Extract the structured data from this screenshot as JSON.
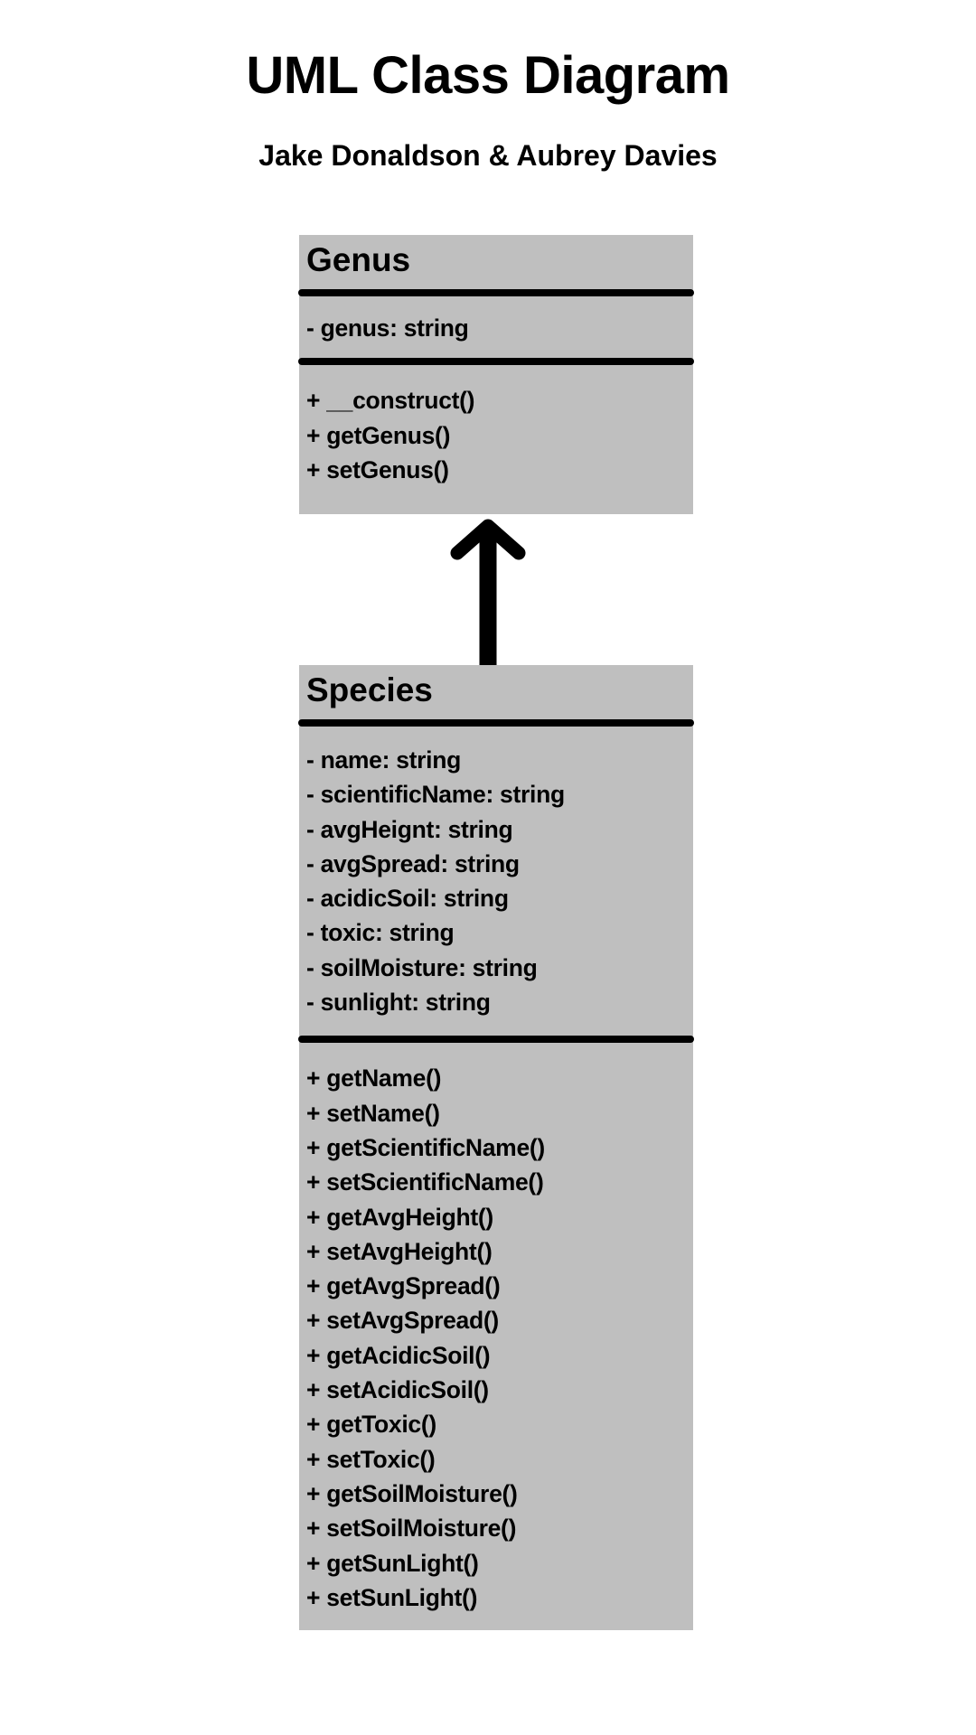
{
  "header": {
    "title": "UML Class Diagram",
    "authors": "Jake Donaldson & Aubrey Davies"
  },
  "classes": {
    "genus": {
      "name": "Genus",
      "attributes": [
        "- genus: string"
      ],
      "methods": [
        "+ __construct()",
        "+ getGenus()",
        "+ setGenus()"
      ]
    },
    "species": {
      "name": "Species",
      "attributes": [
        "- name: string",
        "- scientificName: string",
        "- avgHeignt: string",
        "- avgSpread: string",
        "- acidicSoil: string",
        "- toxic: string",
        "- soilMoisture: string",
        "- sunlight: string"
      ],
      "methods": [
        "+ getName()",
        "+ setName()",
        "+ getScientificName()",
        "+ setScientificName()",
        "+ getAvgHeight()",
        "+ setAvgHeight()",
        "+ getAvgSpread()",
        "+ setAvgSpread()",
        "+ getAcidicSoil()",
        "+ setAcidicSoil()",
        "+ getToxic()",
        "+ setToxic()",
        "+ getSoilMoisture()",
        "+ setSoilMoisture()",
        "+ getSunLight()",
        "+ setSunLight()"
      ]
    }
  },
  "relationship": {
    "from": "Species",
    "to": "Genus",
    "type": "inheritance"
  },
  "colors": {
    "class_fill": "#bfbfbf",
    "lines": "#000000",
    "background": "#ffffff"
  }
}
